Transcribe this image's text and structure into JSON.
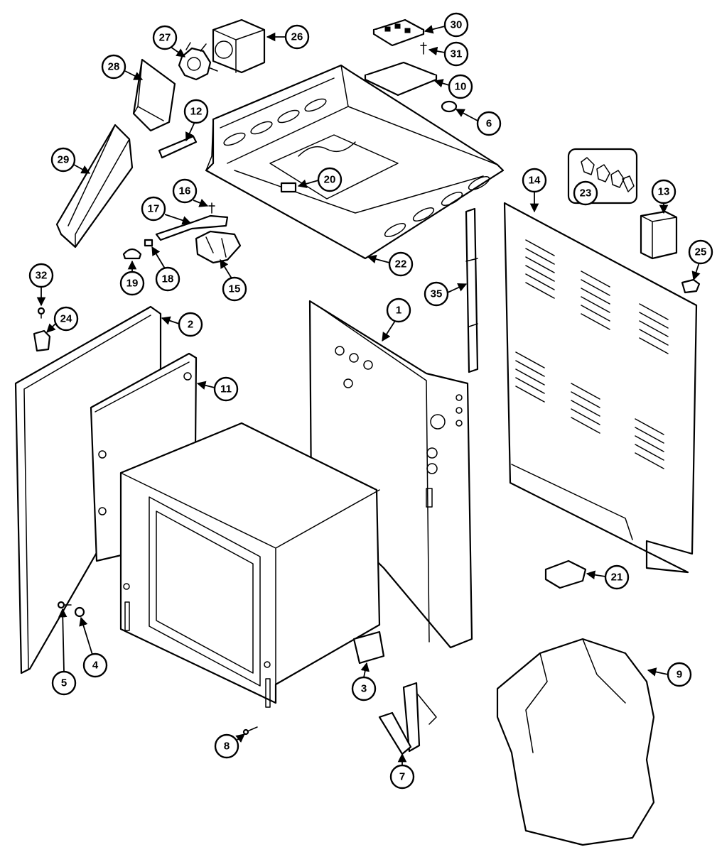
{
  "callouts": [
    {
      "label": "1"
    },
    {
      "label": "2"
    },
    {
      "label": "3"
    },
    {
      "label": "4"
    },
    {
      "label": "5"
    },
    {
      "label": "6"
    },
    {
      "label": "7"
    },
    {
      "label": "8"
    },
    {
      "label": "9"
    },
    {
      "label": "10"
    },
    {
      "label": "11"
    },
    {
      "label": "12"
    },
    {
      "label": "13"
    },
    {
      "label": "14"
    },
    {
      "label": "15"
    },
    {
      "label": "16"
    },
    {
      "label": "17"
    },
    {
      "label": "18"
    },
    {
      "label": "19"
    },
    {
      "label": "20"
    },
    {
      "label": "21"
    },
    {
      "label": "22"
    },
    {
      "label": "23"
    },
    {
      "label": "24"
    },
    {
      "label": "25"
    },
    {
      "label": "26"
    },
    {
      "label": "27"
    },
    {
      "label": "28"
    },
    {
      "label": "29"
    },
    {
      "label": "30"
    },
    {
      "label": "31"
    },
    {
      "label": "32"
    },
    {
      "label": "35"
    }
  ]
}
